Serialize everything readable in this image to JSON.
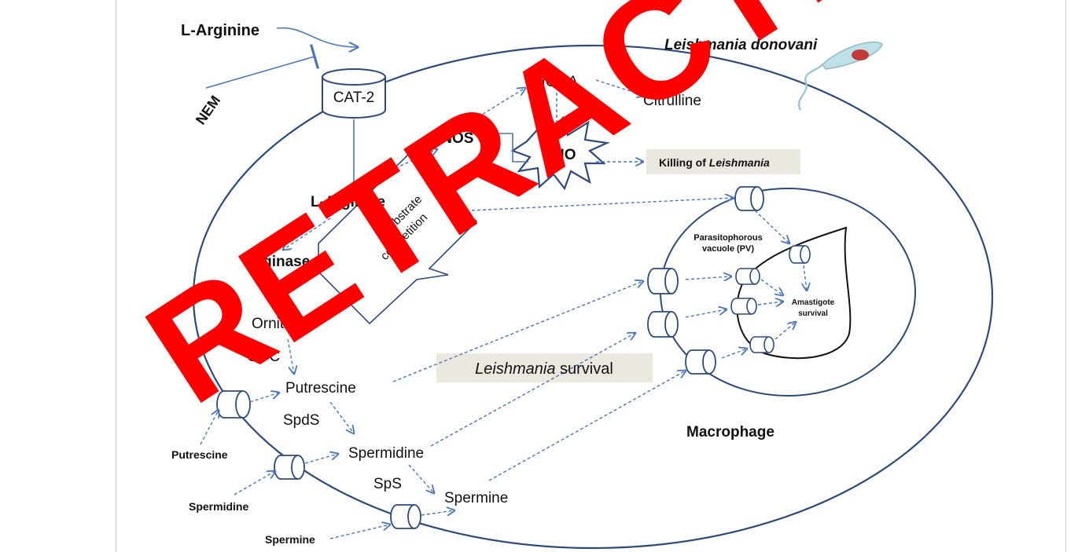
{
  "organism": "Leishmania donovani",
  "cell": {
    "label": "Macrophage"
  },
  "molecules": {
    "l_arginine_outside": "L-Arginine",
    "l_arginine_inside": "L-Arginine",
    "nem": "NEM",
    "cat2": "CAT-2",
    "noha": "NOHA",
    "citrulline": "Citrulline",
    "inos": "iNOS",
    "no": "NO",
    "arginase": "Arginase",
    "ornithine": "Ornithine",
    "odc": "ODC",
    "putrescine_inside": "Putrescine",
    "spds": "SpdS",
    "spermidine_inside": "Spermidine",
    "sps": "SpS",
    "spermine_inside": "Spermine",
    "putrescine_outside": "Putrescine",
    "spermidine_outside": "Spermidine",
    "spermine_outside": "Spermine"
  },
  "callouts": {
    "killing_prefix": "Killing of ",
    "killing_italic": "Leishmania",
    "survival_italic": "Leishmania",
    "survival_suffix": " survival",
    "substrate_line1": "Substrate",
    "substrate_line2": "competition"
  },
  "vacuole": {
    "line1": "Parasitophorous",
    "line2": "vacuole (PV)"
  },
  "amastigote": {
    "line1": "Amastigote",
    "line2": "survival"
  },
  "watermark": {
    "text": "RETRACTED",
    "color": "#ff0000"
  },
  "colors": {
    "membrane": "#2e4a7a",
    "arrow": "#4a76b8",
    "callout_bg": "#ebe8df",
    "watermark": "#ff0000"
  }
}
